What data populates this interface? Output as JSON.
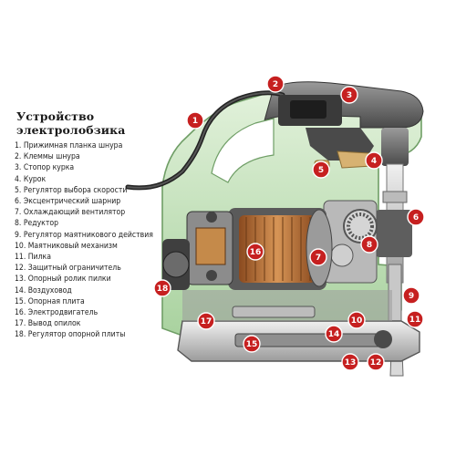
{
  "title": "Устройство электролобзика",
  "parts": [
    {
      "n": 1,
      "label": "1. Прижимная планка шнура"
    },
    {
      "n": 2,
      "label": "2. Клеммы шнура"
    },
    {
      "n": 3,
      "label": "3. Стопор курка"
    },
    {
      "n": 4,
      "label": "4. Курок"
    },
    {
      "n": 5,
      "label": "5. Регулятор выбора скорости"
    },
    {
      "n": 6,
      "label": "6. Эксцентрический шарнир"
    },
    {
      "n": 7,
      "label": "7. Охлаждающий вентилятор"
    },
    {
      "n": 8,
      "label": "8. Редуктор"
    },
    {
      "n": 9,
      "label": "9. Регулятор маятникового действия"
    },
    {
      "n": 10,
      "label": "10. Маятниковый механизм"
    },
    {
      "n": 11,
      "label": "11. Пилка"
    },
    {
      "n": 12,
      "label": "12. Защитный ограничитель"
    },
    {
      "n": 13,
      "label": "13. Опорный ролик пилки"
    },
    {
      "n": 14,
      "label": "14. Воздуховод"
    },
    {
      "n": 15,
      "label": "15. Опорная плита"
    },
    {
      "n": 16,
      "label": "16. Электродвигатель"
    },
    {
      "n": 17,
      "label": "17. Вывод опилок"
    },
    {
      "n": 18,
      "label": "18. Регулятор опорной плиты"
    }
  ],
  "badges": [
    "1",
    "2",
    "3",
    "4",
    "5",
    "6",
    "7",
    "8",
    "9",
    "10",
    "11",
    "12",
    "13",
    "14",
    "15",
    "16",
    "17",
    "18"
  ],
  "colors": {
    "badge": "#c62020",
    "body_green": "#cfe8c4",
    "body_green_dark": "#8fbf86",
    "handle_grey": "#6e6e6e",
    "motor_copper": "#b87333"
  }
}
